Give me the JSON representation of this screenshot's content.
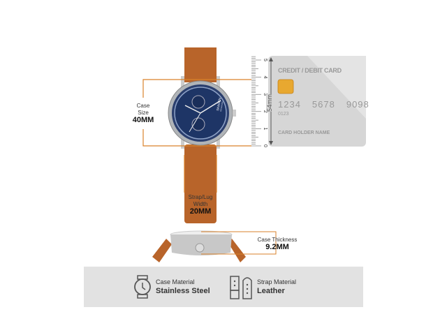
{
  "case_size": {
    "label": "Case\nSize",
    "label_line1": "Case",
    "label_line2": "Size",
    "value": "40MM"
  },
  "strap": {
    "label_line1": "Strap/Lug",
    "label_line2": "Width",
    "value": "20MM"
  },
  "thickness": {
    "label": "Case Thickness",
    "value": "9.2MM"
  },
  "card": {
    "title": "CREDIT / DEBIT CARD",
    "number_groups": [
      "1234",
      "5678",
      "9098"
    ],
    "sub_number": "0123",
    "holder": "CARD HOLDER NAME",
    "height_label": "54mm"
  },
  "ruler": {
    "ticks": [
      "0",
      "1",
      "2",
      "3",
      "4",
      "5"
    ]
  },
  "watch": {
    "brand": "SKAGEN",
    "sub_brand": "DENMARK"
  },
  "materials": [
    {
      "icon": "watch-outline-icon",
      "title": "Case Material",
      "value": "Stainless Steel"
    },
    {
      "icon": "strap-outline-icon",
      "title": "Strap Material",
      "value": "Leather"
    }
  ],
  "colors": {
    "accent": "#d9822b",
    "strap": "#b8642a",
    "dial": "#1e3566",
    "band": "#e2e2e2"
  }
}
